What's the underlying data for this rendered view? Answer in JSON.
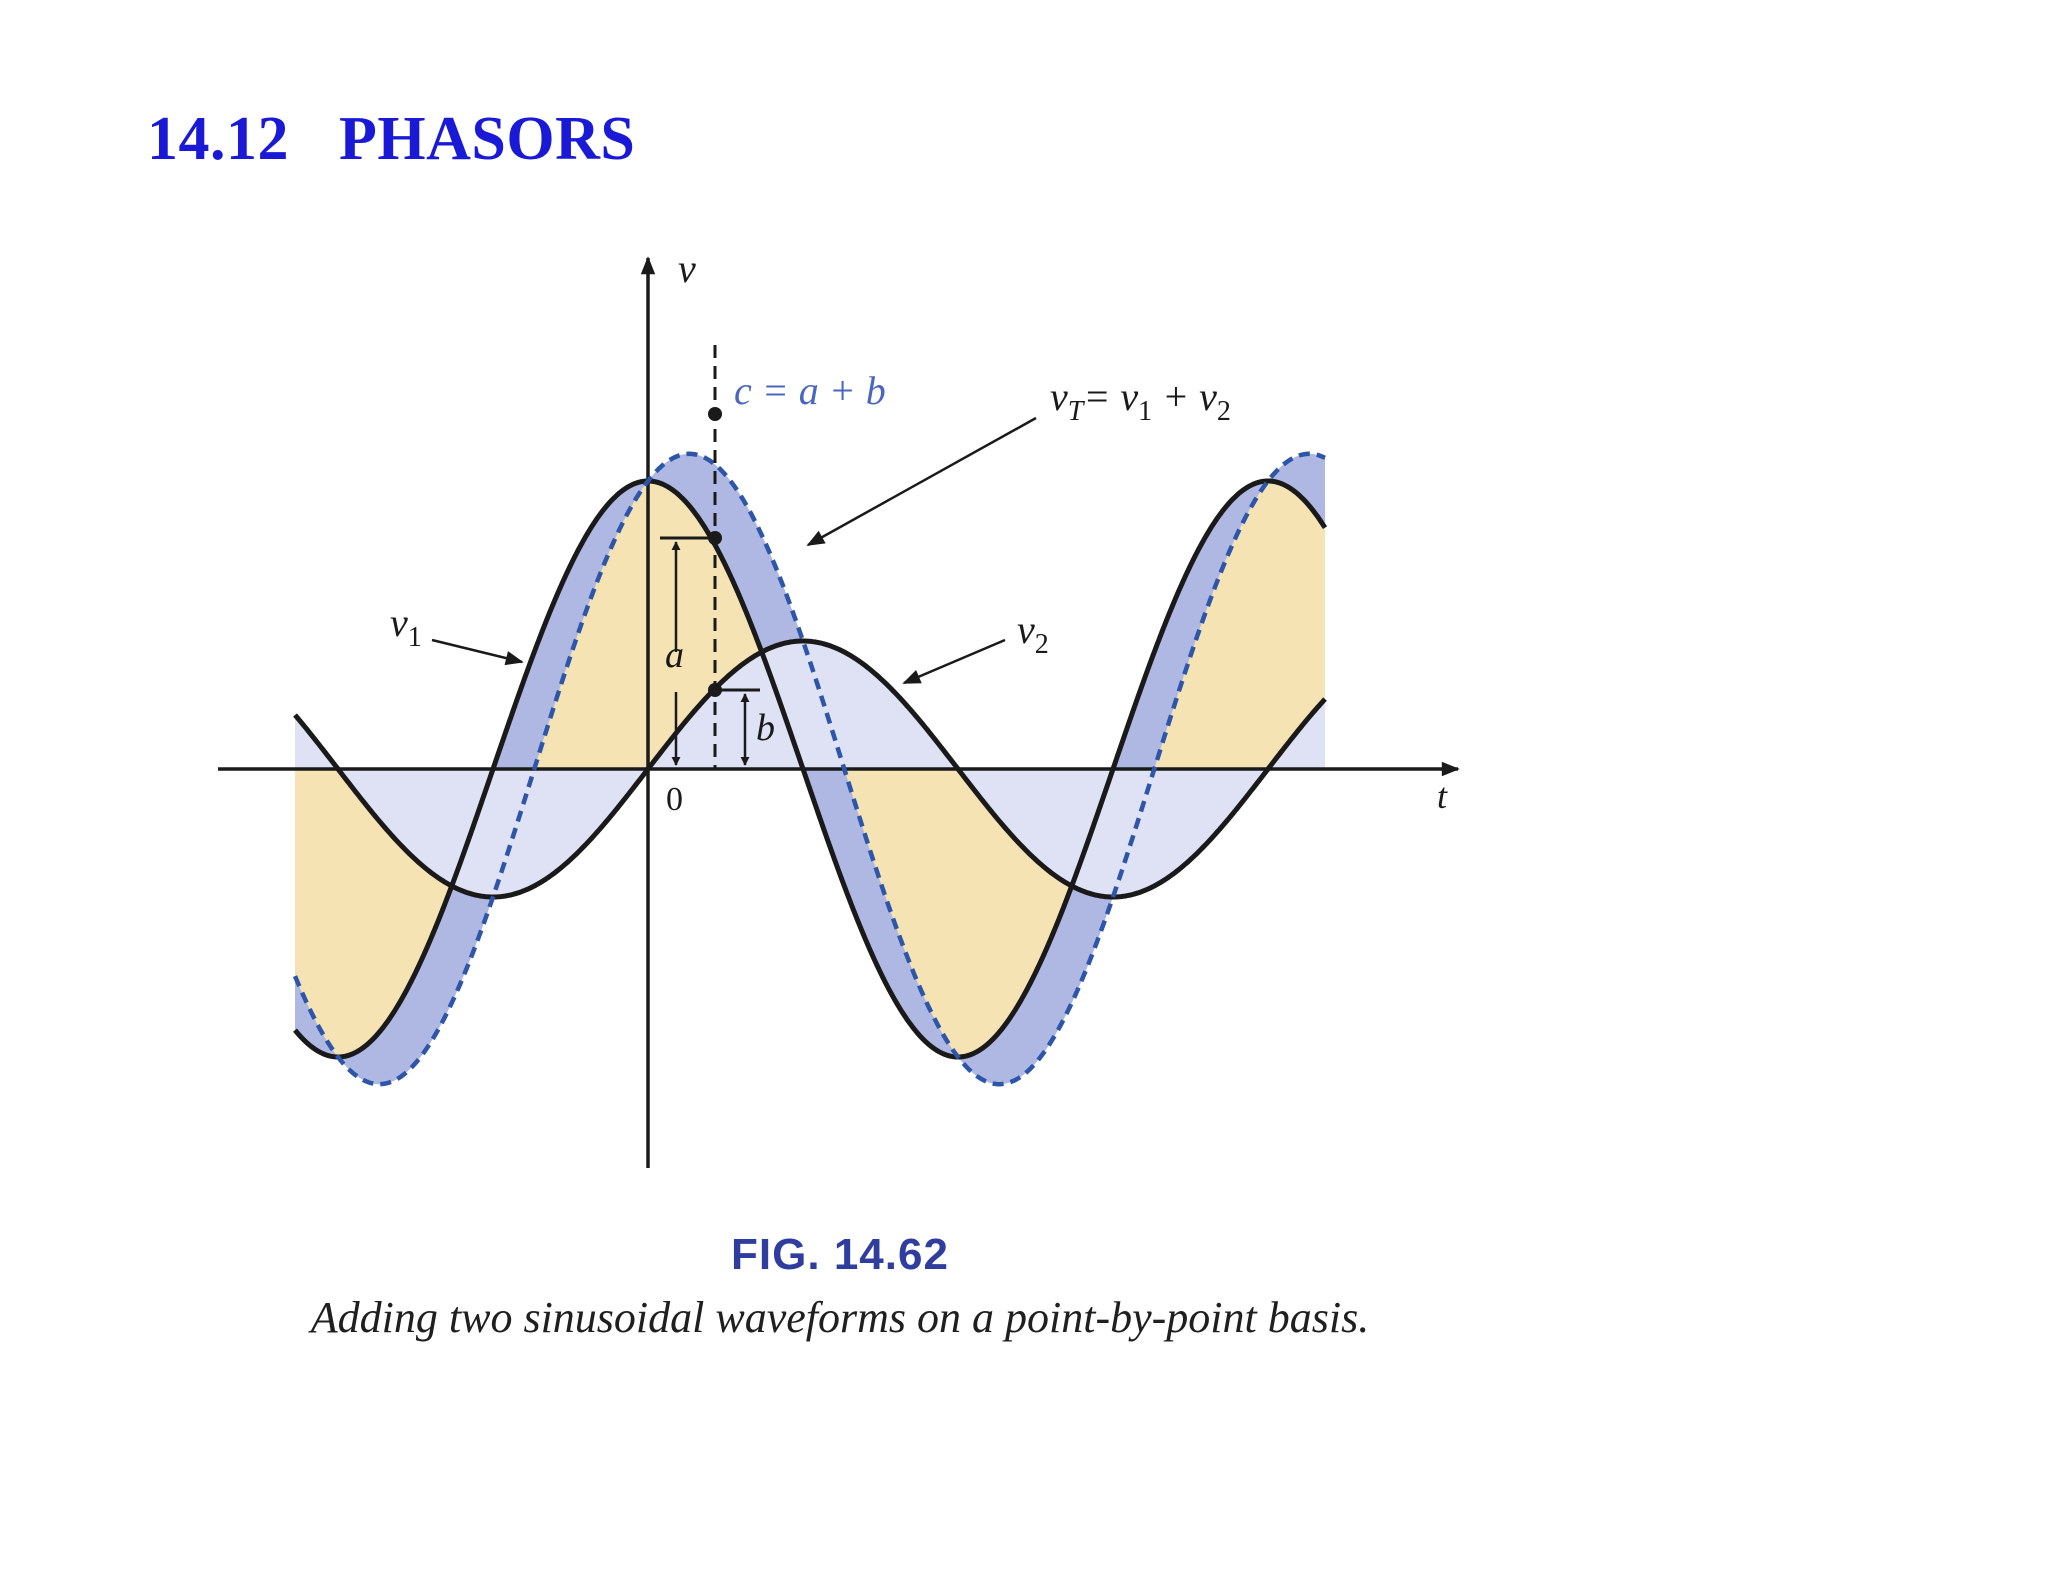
{
  "section": {
    "number": "14.12",
    "title": "PHASORS"
  },
  "figure": {
    "label": "FIG. 14.62",
    "caption": "Adding two sinusoidal waveforms on a point-by-point basis.",
    "axis_v_label": "v",
    "axis_t_label": "t",
    "origin_label": "0",
    "v1_label": "v",
    "v1_sub": "1",
    "v2_label": "v",
    "v2_sub": "2",
    "vt_label": "v",
    "vt_sub": "T",
    "vt_eq_mid": "= v",
    "vt_sub1": "1",
    "vt_eq_end": " + v",
    "vt_sub2": "2",
    "sum_point_label": "c = a + b",
    "a_label": "a",
    "b_label": "b"
  },
  "colors": {
    "title": "#1a1ad6",
    "fig_label": "#2e3d9e",
    "sum_curve": "#2d55a8",
    "fill_tan": "#f6e3b4",
    "fill_blue": "#aeb8e2",
    "fill_light_blue": "#dfe1f4",
    "sum_label": "#4a66c0",
    "curve": "#1a1a1a"
  },
  "icons": [
    "arrowhead-icon",
    "point-marker-icon"
  ]
}
